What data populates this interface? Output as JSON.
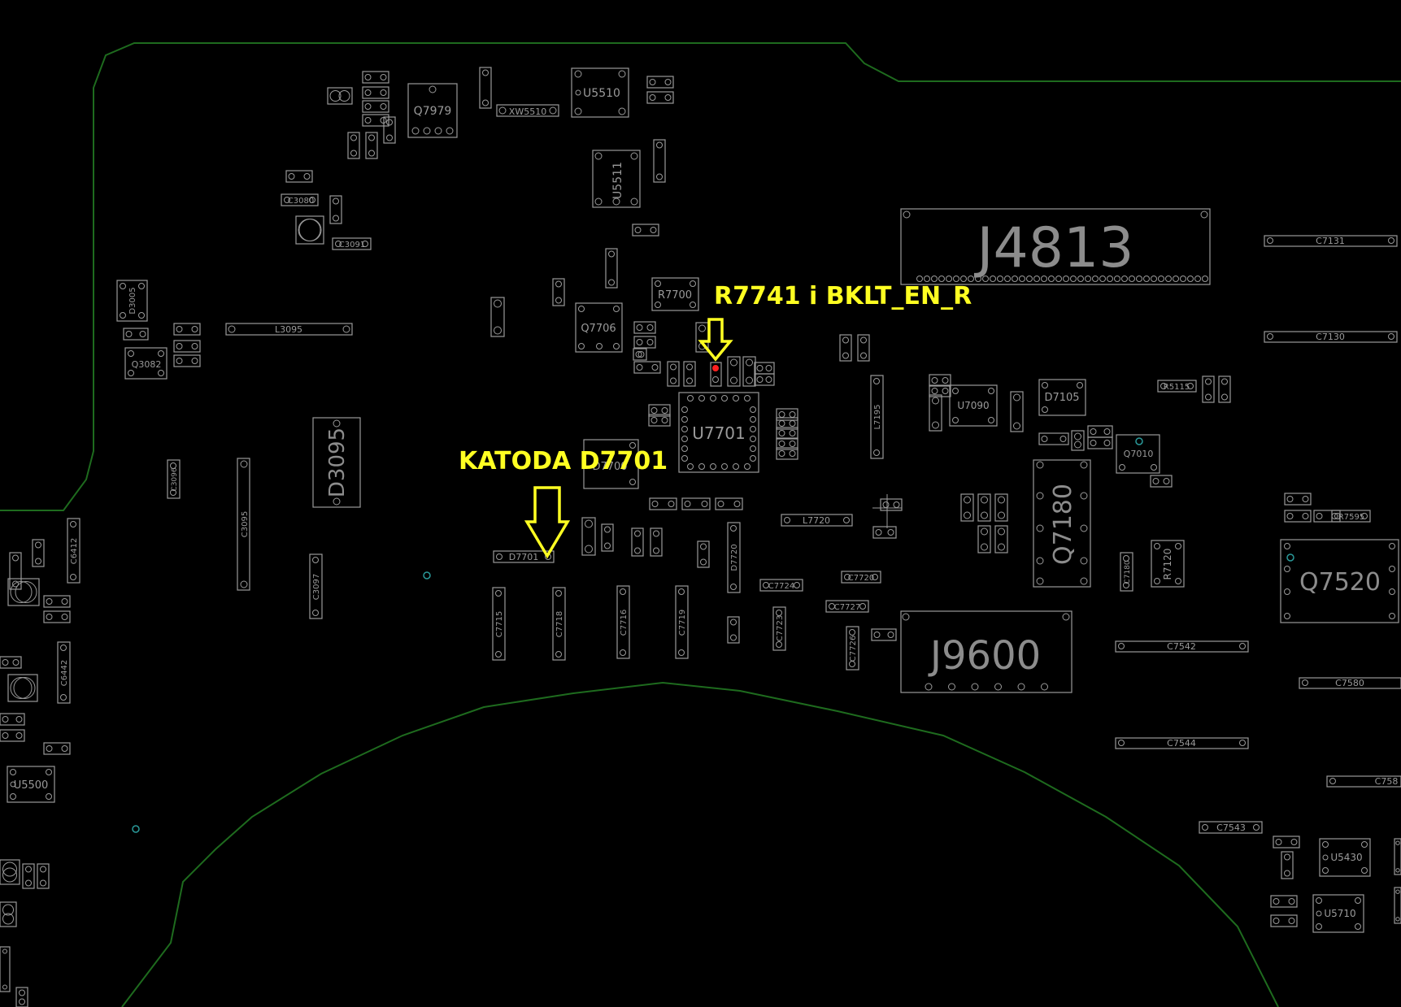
{
  "annotations": {
    "r7741": "R7741 i BKLT_EN_R",
    "katoda": "KATODA D7701"
  },
  "colors": {
    "background": "#000000",
    "outline": "#1e6b1e",
    "silkscreen": "#9a9a9a",
    "annotation": "#ffff22",
    "highlight": "#ff2020",
    "via": "#2a9a9a"
  },
  "large_labels": {
    "j4813": "J4813",
    "j9600": "J9600",
    "q7520": "Q7520",
    "q7180": "Q7180",
    "d3095": "D3095"
  },
  "labels": {
    "q7979": "Q7979",
    "u5510": "U5510",
    "xw5510": "XW5510",
    "u5511": "U5511",
    "r7700": "R7700",
    "q7706": "Q7706",
    "u7701": "U7701",
    "l3095": "L3095",
    "q3082": "Q3082",
    "c3080": "C3080",
    "c3091": "C3091",
    "d3005": "D3005",
    "c3095": "C3095",
    "c3096": "C3096",
    "c3097": "C3097",
    "c6412": "C6412",
    "c6442": "C6442",
    "u5500": "U5500",
    "d7701": "D7701",
    "d7700": "D7700",
    "c7715": "C7715",
    "c7718": "C7718",
    "c7716": "C7716",
    "c7719": "C7719",
    "d7720": "D7720",
    "c7724": "C7724",
    "c7723": "C7723",
    "c7726": "C7726",
    "c7727": "C7727",
    "c7720": "C7720",
    "l7720": "L7720",
    "l7195": "L7195",
    "u7090": "U7090",
    "d7105": "D7105",
    "c7131": "C7131",
    "c7130": "C7130",
    "r5115": "R5115",
    "q7010": "Q7010",
    "r7120": "R7120",
    "c7180": "C7180",
    "r7595": "R7595",
    "c7542": "C7542",
    "c7580": "C7580",
    "c7544": "C7544",
    "c7543": "C7543",
    "u5430": "U5430",
    "u5710": "U5710",
    "c758": "C758"
  }
}
